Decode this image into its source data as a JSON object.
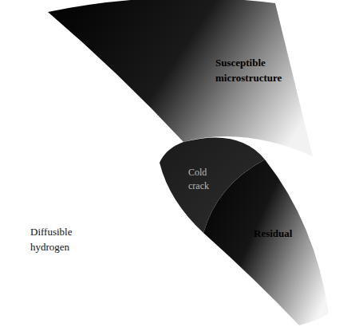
{
  "diagram": {
    "nodes": [
      {
        "text": [
          "Susceptible microstructure"
        ]
      },
      {
        "text": [
          "Diffusible hydrogen"
        ]
      },
      {
        "text": [
          "Residual"
        ]
      },
      {
        "text": [
          "Cold crack"
        ]
      }
    ]
  }
}
